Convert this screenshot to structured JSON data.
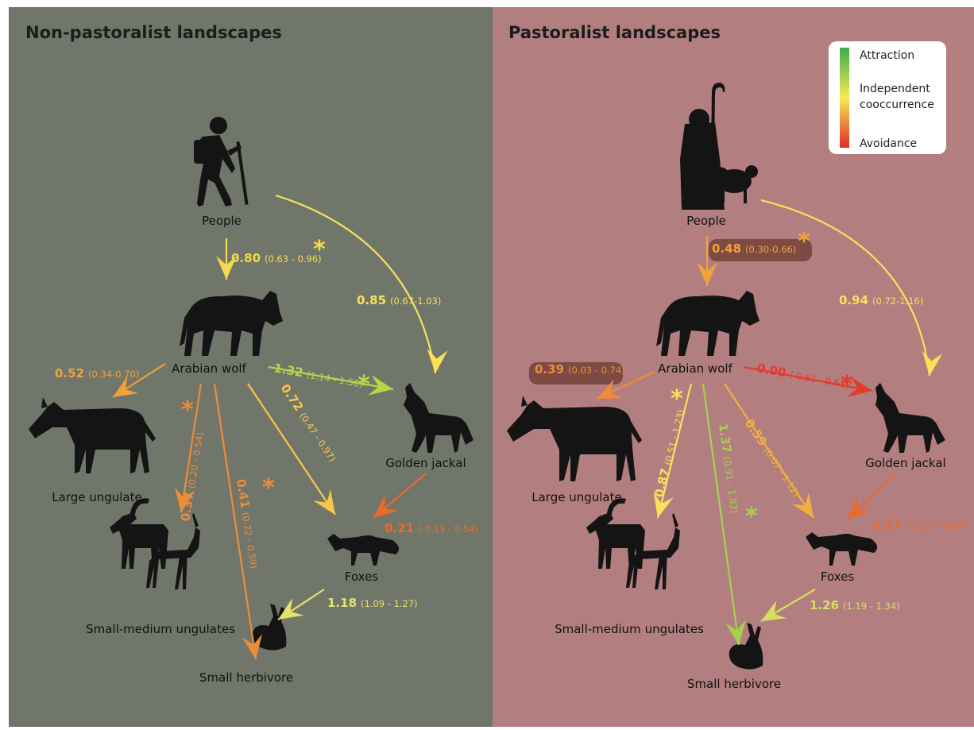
{
  "panels": [
    {
      "title": "Non-pastoralist landscapes",
      "nodes": {
        "people": "People",
        "wolf": "Arabian wolf",
        "large": "Large ungulate",
        "smallmed": "Small-medium ungulates",
        "herb": "Small herbivore",
        "foxes": "Foxes",
        "jackal": "Golden jackal"
      },
      "edges": [
        {
          "from": "People",
          "to": "Arabian wolf",
          "value": "0.80",
          "ci": "(0.63 - 0.96)",
          "color": "#f5d84e",
          "significant": true
        },
        {
          "from": "People",
          "to": "Golden jackal",
          "value": "0.85",
          "ci": "(0.67-1.03)",
          "color": "#f7e25a",
          "significant": false
        },
        {
          "from": "Arabian wolf",
          "to": "Large ungulate",
          "value": "0.52",
          "ci": "(0.34-0.70)",
          "color": "#f2a23a",
          "significant": false
        },
        {
          "from": "Arabian wolf",
          "to": "Golden jackal",
          "value": "1.32",
          "ci": "(1.14 - 1.50)",
          "color": "#b8d64a",
          "significant": true
        },
        {
          "from": "Arabian wolf",
          "to": "Small-medium ungulates",
          "value": "0.37",
          "ci": "(0.20 - 0.54)",
          "color": "#ee8c38",
          "significant": true
        },
        {
          "from": "Arabian wolf",
          "to": "Small herbivore",
          "value": "0.41",
          "ci": "(0.22 - 0.59)",
          "color": "#ee8c38",
          "significant": true
        },
        {
          "from": "Arabian wolf",
          "to": "Foxes",
          "value": "0.72",
          "ci": "(0.47 - 0.97)",
          "color": "#f5c84a",
          "significant": false
        },
        {
          "from": "Golden jackal",
          "to": "Foxes",
          "value": "0.21",
          "ci": "(-0.13 - 0.54)",
          "color": "#ea6a2e",
          "significant": false
        },
        {
          "from": "Foxes",
          "to": "Small herbivore",
          "value": "1.18",
          "ci": "(1.09 - 1.27)",
          "color": "#e2e36a",
          "significant": false
        }
      ]
    },
    {
      "title": "Pastoralist landscapes",
      "nodes": {
        "people": "People",
        "wolf": "Arabian wolf",
        "large": "Large ungulate",
        "smallmed": "Small-medium ungulates",
        "herb": "Small herbivore",
        "foxes": "Foxes",
        "jackal": "Golden jackal"
      },
      "edges": [
        {
          "from": "People",
          "to": "Arabian wolf",
          "value": "0.48",
          "ci": "(0.30-0.66)",
          "color": "#f2a23a",
          "significant": true
        },
        {
          "from": "People",
          "to": "Golden jackal",
          "value": "0.94",
          "ci": "(0.72-1.16)",
          "color": "#f7e25a",
          "significant": false
        },
        {
          "from": "Arabian wolf",
          "to": "Large ungulate",
          "value": "0.39",
          "ci": "(0.03 - 0.74)",
          "color": "#ee8c38",
          "significant": false
        },
        {
          "from": "Arabian wolf",
          "to": "Golden jackal",
          "value": "0.00",
          "ci": "(-0.61 - 0.61)",
          "color": "#e53a2b",
          "significant": true
        },
        {
          "from": "Arabian wolf",
          "to": "Small-medium ungulates",
          "value": "0.87",
          "ci": "(0.51 - 1.23)",
          "color": "#f7e25a",
          "significant": true
        },
        {
          "from": "Arabian wolf",
          "to": "Small herbivore",
          "value": "1.37",
          "ci": "(0.91 - 1.83)",
          "color": "#a6d24a",
          "significant": true
        },
        {
          "from": "Arabian wolf",
          "to": "Foxes",
          "value": "0.59",
          "ci": "(0.07 - 1.12)",
          "color": "#f2b040",
          "significant": false
        },
        {
          "from": "Golden jackal",
          "to": "Foxes",
          "value": "0.17",
          "ci": "(-0.13 - 0.46)",
          "color": "#ea6a2e",
          "significant": false
        },
        {
          "from": "Foxes",
          "to": "Small herbivore",
          "value": "1.26",
          "ci": "(1.19 - 1.34)",
          "color": "#d6e060",
          "significant": false
        }
      ]
    }
  ],
  "legend": {
    "top": "Attraction",
    "middle_line1": "Independent",
    "middle_line2": "cooccurrence",
    "bottom": "Avoidance"
  },
  "colors": {
    "panel_left_bg": "#71766a",
    "panel_right_bg": "#b37e80",
    "silhouette": "#141414",
    "label_badge": "#7d4a44",
    "attraction": "#3daa45",
    "independent": "#f5ec55",
    "avoidance": "#e22a26"
  }
}
